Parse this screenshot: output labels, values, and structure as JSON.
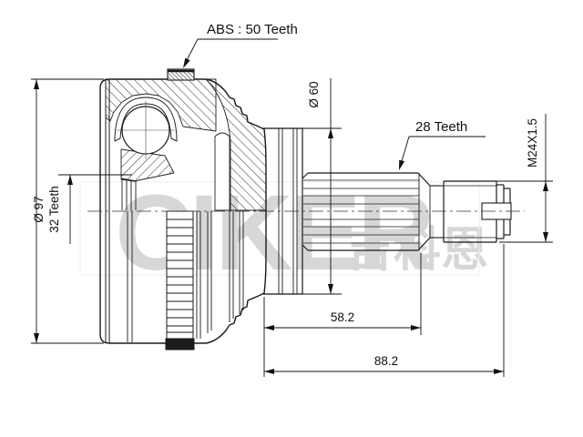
{
  "drawing": {
    "title": "cv-joint-outer-technical-drawing",
    "labels": {
      "abs": "ABS : 50 Teeth",
      "outer_diameter": "Ø 97",
      "inner_spline": "32 Teeth",
      "stem_diameter": "Ø 60",
      "shaft_spline": "28 Teeth",
      "thread": "M24X1.5",
      "spline_length": "58.2",
      "total_length": "88.2"
    },
    "watermark": {
      "latin": "CIKER",
      "cjk": "吉科恩"
    },
    "colors": {
      "line": "#1a1a1a",
      "dimension": "#111111",
      "background": "#ffffff",
      "watermark": "#9a9aa2"
    }
  }
}
